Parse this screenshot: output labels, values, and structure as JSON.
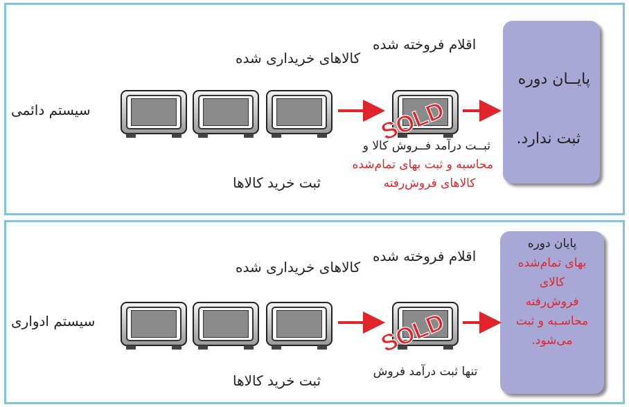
{
  "top": {
    "system_label": "سیستم دائمی",
    "purchased_label": "کالاهای خریداری شده",
    "sold_label": "اقلام فروخته شده",
    "purchase_record": "ثبت خرید کالاها",
    "sold_stamp": "SOLD",
    "sale_record_line1": "ثبــت درآمد فــروش کالا و",
    "sale_record_line2": "محاسبه و ثبت بهای تمام‌شده",
    "sale_record_line3": "کالاهای فروش‌رفته",
    "end_box_line1": "پایــان  دوره",
    "end_box_line2": "ثبت ندارد."
  },
  "bottom": {
    "system_label": "سیستم ادواری",
    "purchased_label": "کالاهای خریداری شده",
    "sold_label": "اقلام فروخته شده",
    "purchase_record": "ثبت خرید کالاها",
    "sold_stamp": "SOLD",
    "sale_record": "تنها ثبت درآمد فروش",
    "end_box_line1": "پایان دوره",
    "end_box_line2": "بهای  تمام‌شده",
    "end_box_line3": "کالای",
    "end_box_line4": "فروش‌رفته",
    "end_box_line5": "محاسـبه و ثبت",
    "end_box_line6": "می‌شود."
  },
  "colors": {
    "border": "#7fc4d8",
    "box": "#a7a8d6",
    "red": "#e0242b"
  }
}
